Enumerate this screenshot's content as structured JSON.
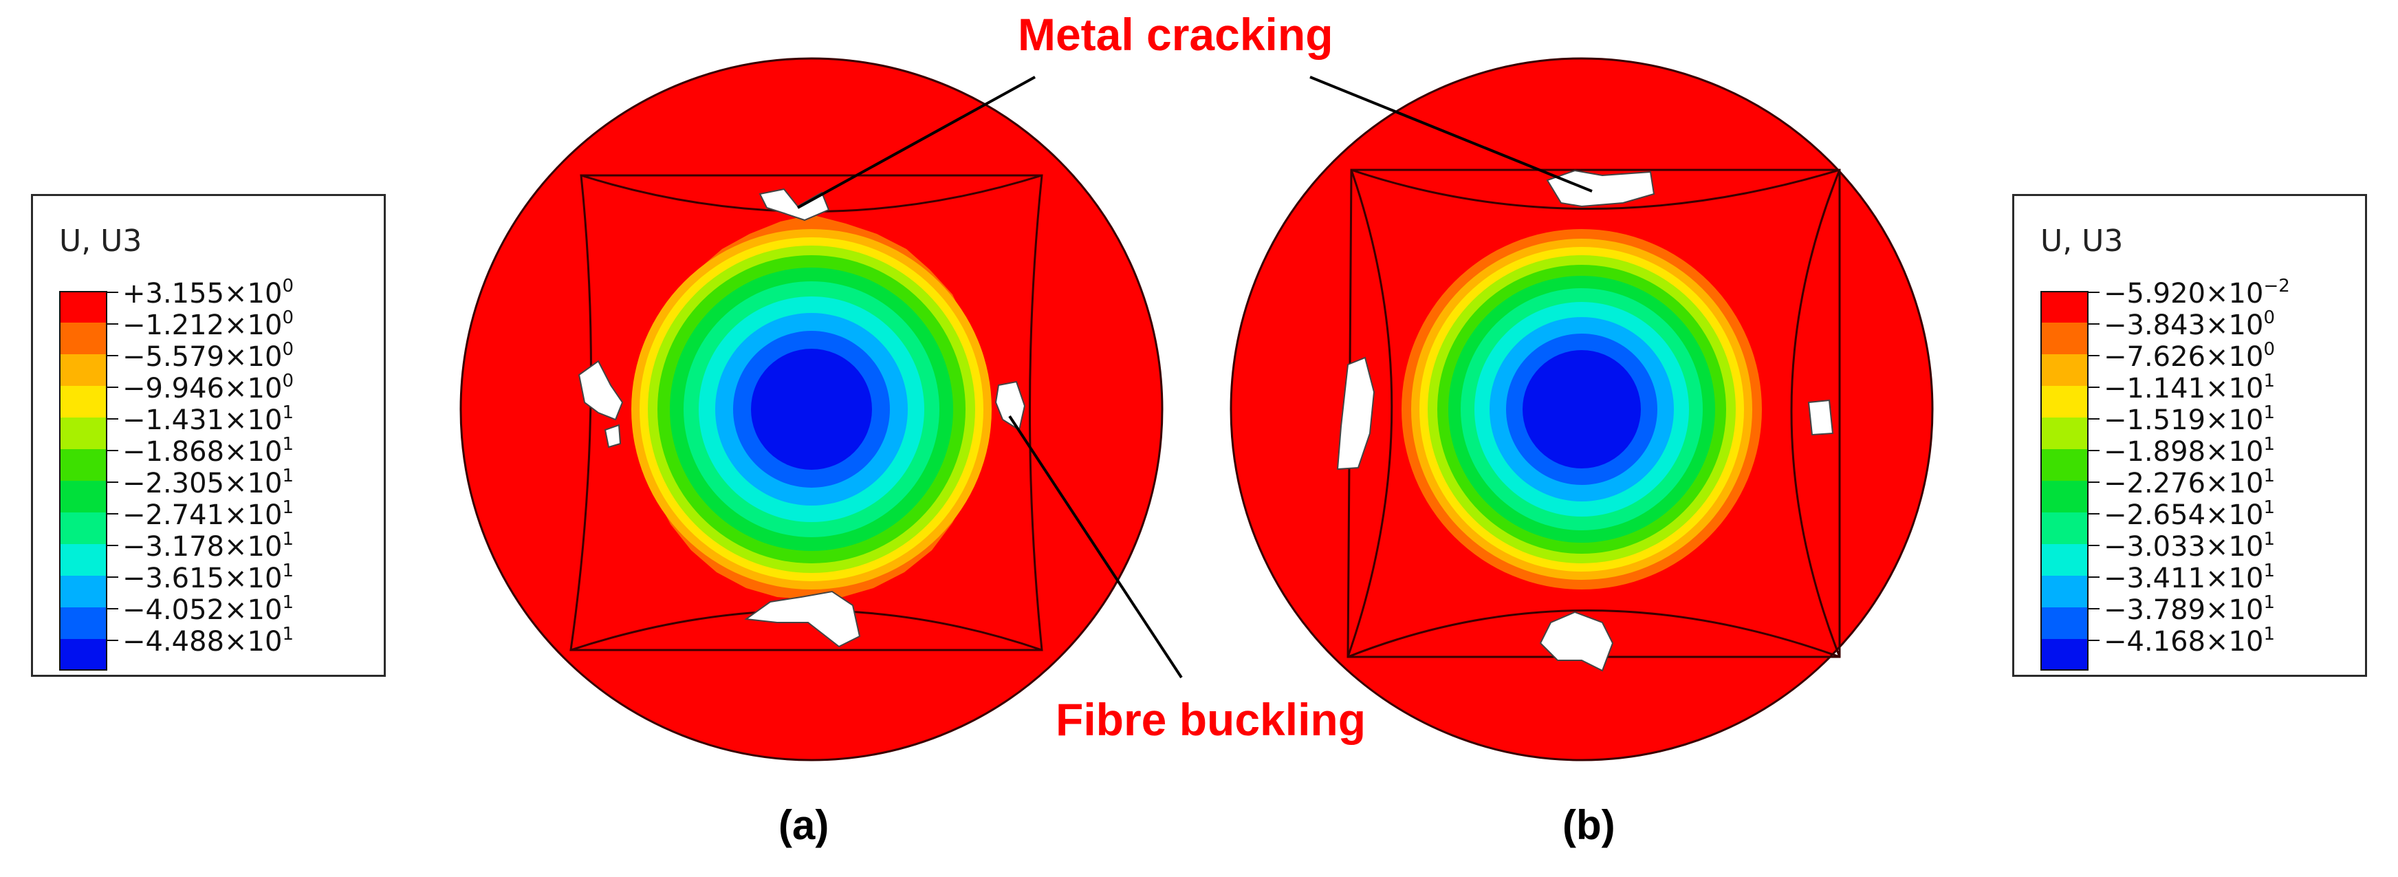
{
  "legend_left": {
    "title": "U, U3",
    "entries": [
      {
        "mant": "+3.155",
        "exp": "0",
        "color": "#ff0000"
      },
      {
        "mant": "−1.212",
        "exp": "0",
        "color": "#ff6a00"
      },
      {
        "mant": "−5.579",
        "exp": "0",
        "color": "#ffb400"
      },
      {
        "mant": "−9.946",
        "exp": "0",
        "color": "#ffe600"
      },
      {
        "mant": "−1.431",
        "exp": "1",
        "color": "#a8f000"
      },
      {
        "mant": "−1.868",
        "exp": "1",
        "color": "#3de000"
      },
      {
        "mant": "−2.305",
        "exp": "1",
        "color": "#00e03a"
      },
      {
        "mant": "−2.741",
        "exp": "1",
        "color": "#00f080"
      },
      {
        "mant": "−3.178",
        "exp": "1",
        "color": "#00f0d8"
      },
      {
        "mant": "−3.615",
        "exp": "1",
        "color": "#00b0ff"
      },
      {
        "mant": "−4.052",
        "exp": "1",
        "color": "#0060ff"
      },
      {
        "mant": "−4.488",
        "exp": "1",
        "color": "#0010f0"
      }
    ]
  },
  "legend_right": {
    "title": "U, U3",
    "entries": [
      {
        "mant": "−5.920",
        "exp": "−2",
        "color": "#ff0000"
      },
      {
        "mant": "−3.843",
        "exp": "0",
        "color": "#ff6a00"
      },
      {
        "mant": "−7.626",
        "exp": "0",
        "color": "#ffb400"
      },
      {
        "mant": "−1.141",
        "exp": "1",
        "color": "#ffe600"
      },
      {
        "mant": "−1.519",
        "exp": "1",
        "color": "#a8f000"
      },
      {
        "mant": "−1.898",
        "exp": "1",
        "color": "#3de000"
      },
      {
        "mant": "−2.276",
        "exp": "1",
        "color": "#00e03a"
      },
      {
        "mant": "−2.654",
        "exp": "1",
        "color": "#00f080"
      },
      {
        "mant": "−3.033",
        "exp": "1",
        "color": "#00f0d8"
      },
      {
        "mant": "−3.411",
        "exp": "1",
        "color": "#00b0ff"
      },
      {
        "mant": "−3.789",
        "exp": "1",
        "color": "#0060ff"
      },
      {
        "mant": "−4.168",
        "exp": "1",
        "color": "#0010f0"
      }
    ]
  },
  "annotations": {
    "metal_cracking": "Metal cracking",
    "fibre_buckling": "Fibre buckling"
  },
  "panels": {
    "a": "(a)",
    "b": "(b)"
  },
  "colors": {
    "annotation": "#ff0000",
    "base_red": "#ff0000"
  }
}
